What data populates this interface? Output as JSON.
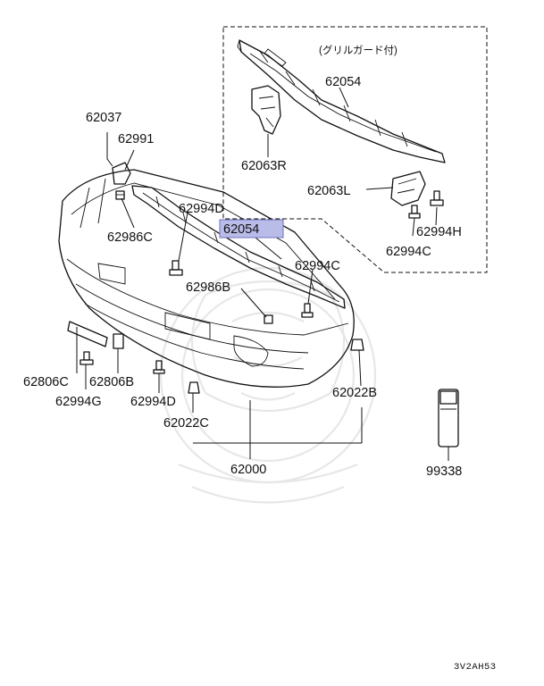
{
  "diagram": {
    "inset_note": "(グリルガード付)",
    "highlighted_label": "62054",
    "highlight_color": "#b9bbe8",
    "figure_code": "3V2AH53",
    "labels": {
      "p62037": "62037",
      "p62991": "62991",
      "p62986C": "62986C",
      "p62994D_top": "62994D",
      "p62986B": "62986B",
      "p62994C_mid": "62994C",
      "p62054_inset": "62054",
      "p62063R": "62063R",
      "p62063L": "62063L",
      "p62994H": "62994H",
      "p62994C_inset": "62994C",
      "p62806C": "62806C",
      "p62806B": "62806B",
      "p62994G": "62994G",
      "p62994D_bot": "62994D",
      "p62022C": "62022C",
      "p62022B": "62022B",
      "p62000": "62000",
      "p99338": "99338"
    },
    "icons": [
      "watermark-crest-icon"
    ]
  }
}
